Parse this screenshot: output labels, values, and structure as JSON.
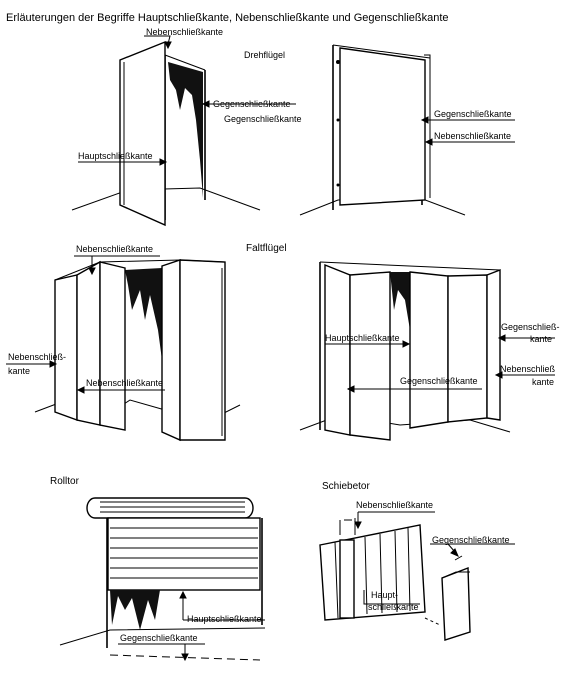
{
  "title": "Erläuterungen der Begriffe Hauptschließkante, Nebenschließkante und Gegenschließkante",
  "sections": {
    "drehfluegel": "Drehflügel",
    "faltfluegel": "Faltflügel",
    "rolltor": "Rolltor",
    "schiebetor": "Schiebetor"
  },
  "labels": {
    "dreh_neben_top": "Nebenschließkante",
    "dreh_gegen_1": "Gegenschließkante",
    "dreh_gegen_2": "Gegenschließkante",
    "dreh_haupt": "Hauptschließkante",
    "dreh_r_gegen": "Gegenschließkante",
    "dreh_r_neben": "Nebenschließkante",
    "falt_neben_top": "Nebenschließkante",
    "falt_neben_left_1": "Nebenschließ-",
    "falt_neben_left_2": "kante",
    "falt_neben_mid": "Nebenschließkante",
    "falt_r_haupt": "Hauptschließkante",
    "falt_r_gegen": "Gegenschließkante",
    "falt_r_gegen_right_1": "Gegenschließ-",
    "falt_r_gegen_right_2": "kante",
    "falt_r_neben_right_1": "Nebenschließ",
    "falt_r_neben_right_2": "kante",
    "roll_haupt": "Hauptschließkante",
    "roll_gegen": "Gegenschließkante",
    "schiebe_neben": "Nebenschließkante",
    "schiebe_gegen": "Gegenschließkante",
    "schiebe_haupt_1": "Haupt-",
    "schiebe_haupt_2": "schließkante"
  }
}
